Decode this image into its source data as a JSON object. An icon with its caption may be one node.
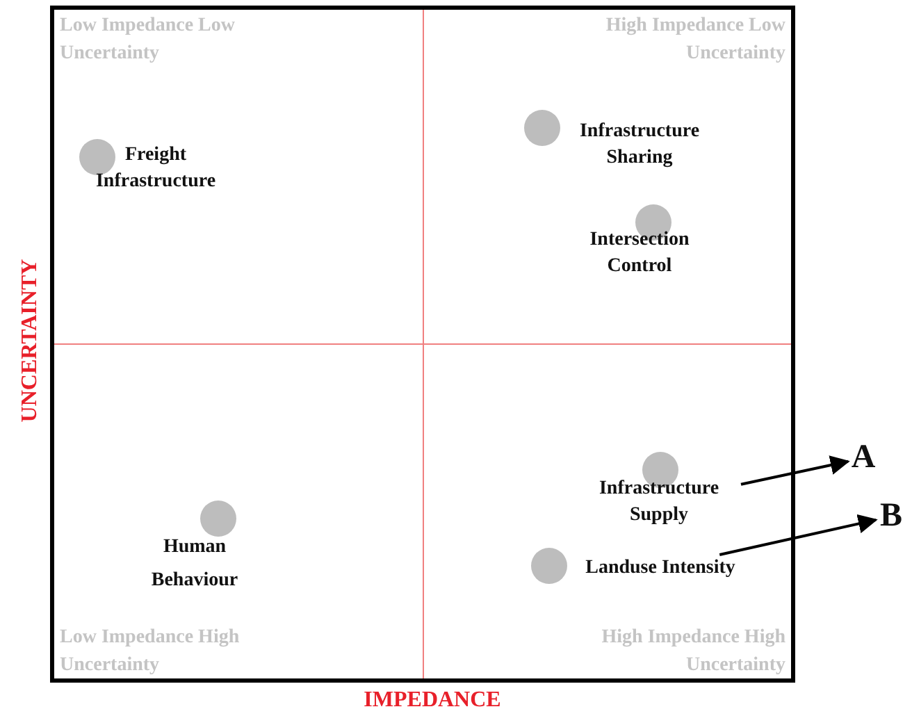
{
  "diagram": {
    "nodes": [
      {
        "text": [
          "Freight Infrastructure"
        ]
      },
      {
        "text": [
          "Infrastructure Sharing"
        ]
      },
      {
        "text": [
          "Intersection Control"
        ]
      },
      {
        "text": [
          "Infrastructure Supply"
        ]
      },
      {
        "text": [
          "Human Behaviour"
        ]
      },
      {
        "text": [
          "Landuse Intensity"
        ]
      },
      {
        "text": [
          "A"
        ]
      },
      {
        "text": [
          "B"
        ]
      }
    ],
    "edges": [
      {
        "from": 3,
        "to": 6,
        "arrow": "to"
      },
      {
        "from": 5,
        "to": 7,
        "arrow": "to"
      }
    ],
    "labels": [
      "Low Impedance Low Uncertainty",
      "High Impedance Low Uncertainty",
      "Low Impedance High Uncertainty",
      "High Impedance High Uncertainty",
      "UNCERTAINTY",
      "IMPEDANCE"
    ]
  }
}
